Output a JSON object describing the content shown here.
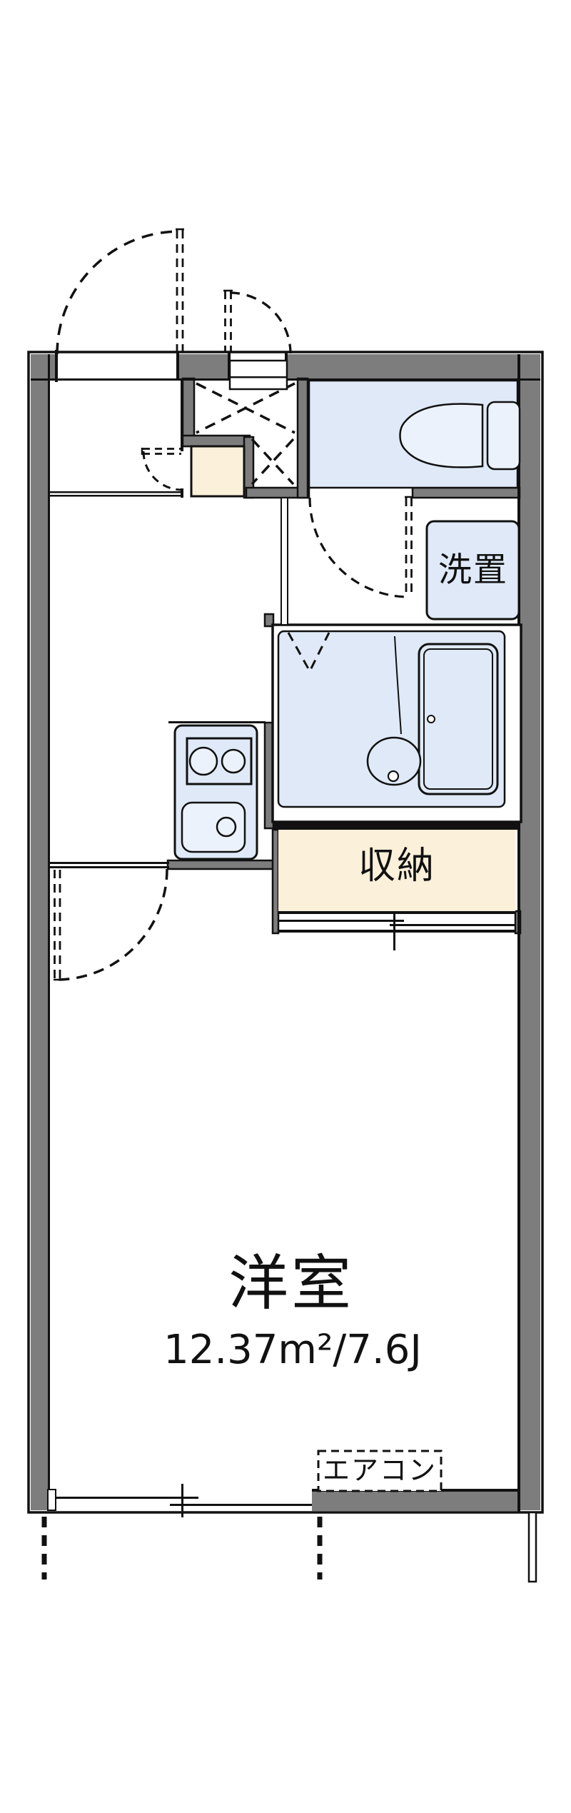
{
  "floorplan": {
    "rooms": {
      "main_room": {
        "label": "洋室",
        "area": "12.37m²/7.6J"
      },
      "storage": {
        "label": "収納"
      },
      "laundry": {
        "label": "洗置"
      },
      "aircon": {
        "label": "エアコン"
      }
    },
    "colors": {
      "wall_gray": "#7d7d7d",
      "water_blue": "#dfe9f7",
      "fixture_blue": "#ecf2fb",
      "storage_cream": "#fbf0da",
      "line_black": "#111111"
    }
  }
}
